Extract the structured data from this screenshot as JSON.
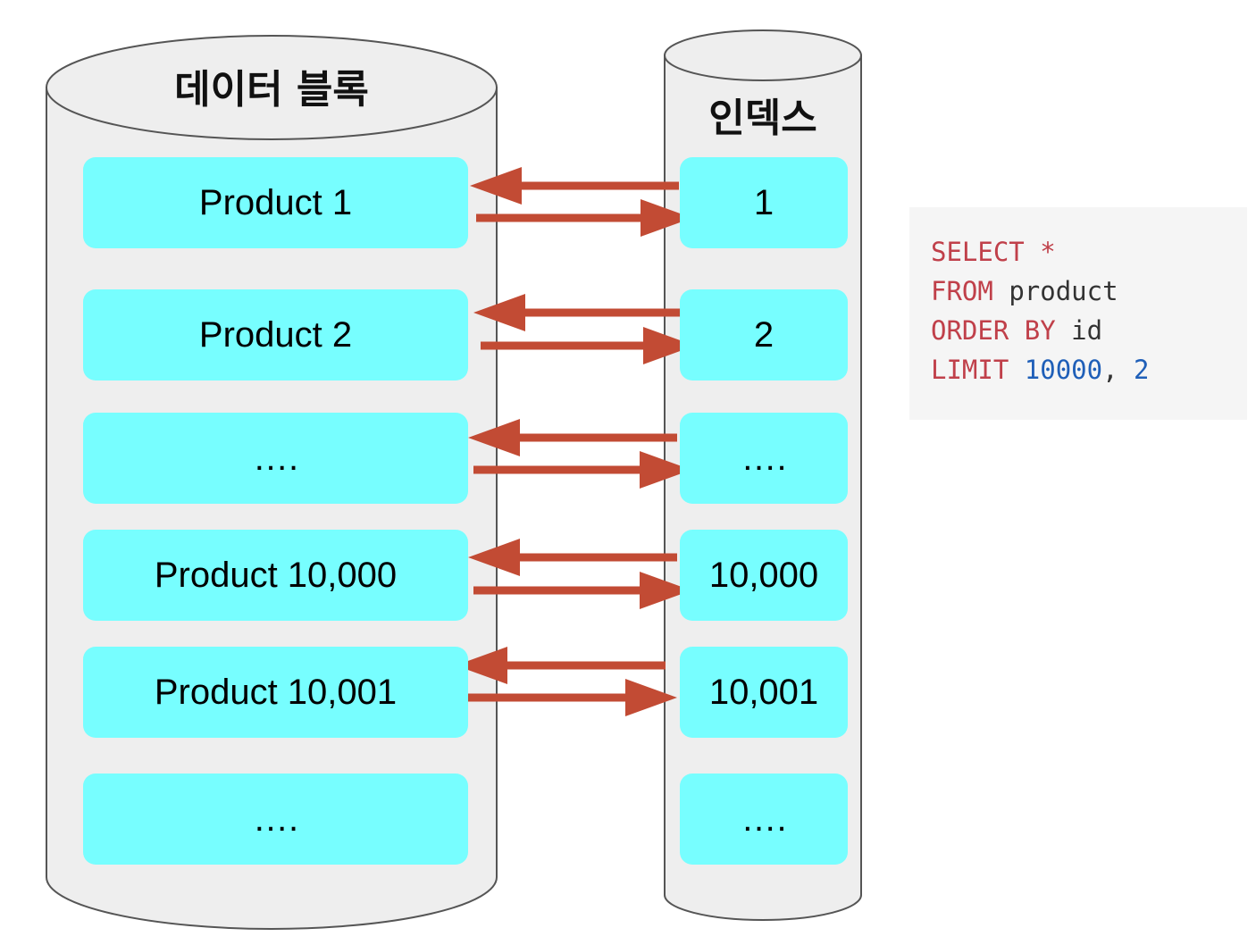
{
  "data_block": {
    "title": "데이터 블록",
    "items": [
      "Product 1",
      "Product 2",
      "….",
      "Product 10,000",
      "Product 10,001",
      "…."
    ]
  },
  "index": {
    "title": "인덱스",
    "items": [
      "1",
      "2",
      "….",
      "10,000",
      "10,001",
      "…."
    ]
  },
  "sql": {
    "line1": {
      "kw": "SELECT",
      "star": "*"
    },
    "line2": {
      "kw": "FROM",
      "table": "product"
    },
    "line3": {
      "kw": "ORDER BY",
      "col": "id"
    },
    "line4": {
      "kw": "LIMIT",
      "offset": "10000",
      "comma": ",",
      "count": "2"
    }
  },
  "colors": {
    "block_fill": "#77feff",
    "cylinder_fill": "#eeeeee",
    "arrow": "#c24b34",
    "keyword": "#c0404a",
    "number": "#1f5fb8"
  }
}
